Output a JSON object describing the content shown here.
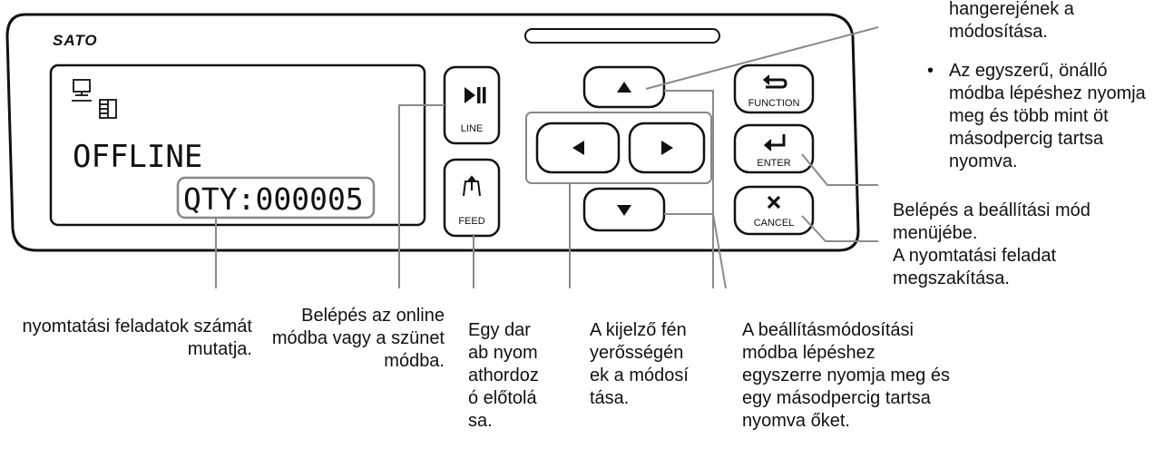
{
  "brand": {
    "logo_text": "SATO"
  },
  "lcd": {
    "status": "OFFLINE",
    "quantity": "QTY:000005"
  },
  "buttons": {
    "line": "LINE",
    "feed": "FEED",
    "function": "FUNCTION",
    "enter": "ENTER",
    "cancel": "CANCEL"
  },
  "captions": {
    "qty": "nyomtatási feladatok számát mutatja.",
    "line": "Belépés az online módba vagy a szünet módba.",
    "feed": "Egy darab nyomathordozó előtolása.",
    "brightness": "A kijelző fényerősségének a módosítása.",
    "settings_change": "A beállításmódosítási módba lépéshez egyszerre nyomja meg és egy másodpercig tartsa nyomva őket.",
    "volume_partial": "hangerejének a módosítása.",
    "simple_mode": "Az egyszerű, önálló módba lépéshez nyomja meg és több mint öt másodpercig tartsa nyomva.",
    "settings_menu": "Belépés a beállítási mód menüjébe.",
    "cancel_job": "A nyomtatási feladat megszakítása."
  },
  "colors": {
    "outline": "#111111",
    "leader": "#8a8a8a",
    "panel_bg": "#ffffff"
  }
}
